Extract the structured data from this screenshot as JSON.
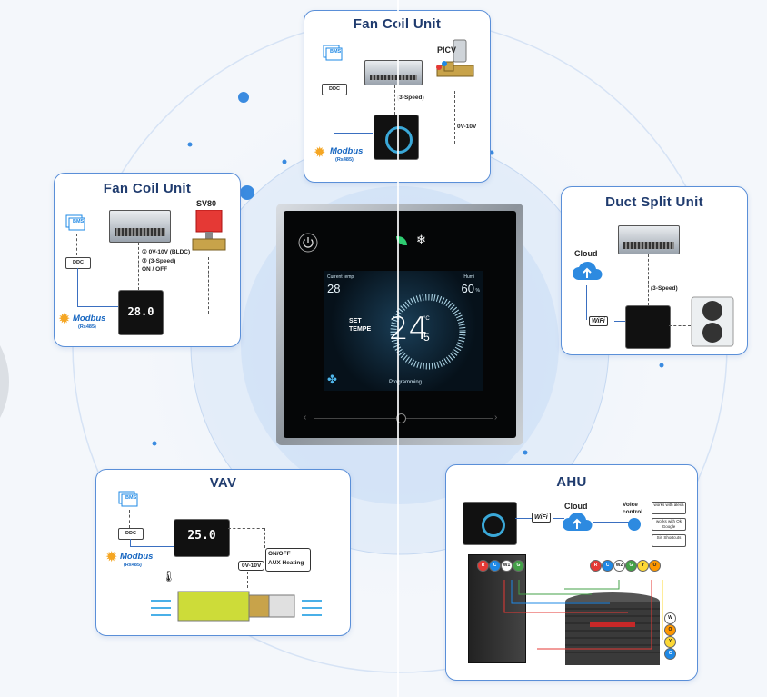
{
  "panels": {
    "fcu_top": {
      "title": "Fan Coil Unit",
      "picv": "PICV",
      "speed": "(3-Speed)",
      "volt": "0V-10V",
      "ddc": "DDC",
      "bms": "BMS",
      "modbus": "Modbus",
      "modbus_sub": "(Rs485)"
    },
    "fcu_left": {
      "title": "Fan Coil Unit",
      "valve": "SV80",
      "opt1": "① 0V-10V (BLDC)",
      "opt2": "② (3-Speed)",
      "onoff": "ON / OFF",
      "ddc": "DDC",
      "bms": "BMS",
      "modbus": "Modbus",
      "modbus_sub": "(Rs485)",
      "display": "28.0"
    },
    "duct": {
      "title": "Duct Split Unit",
      "cloud": "Cloud",
      "speed": "(3-Speed)",
      "wifi": "WiFi"
    },
    "vav": {
      "title": "VAV",
      "bms": "BMS",
      "ddc": "DDC",
      "modbus": "Modbus",
      "modbus_sub": "(Rs485)",
      "volt": "0V-10V",
      "aux1": "ON/OFF",
      "aux2": "AUX Heating",
      "display": "25.0"
    },
    "ahu": {
      "title": "AHU",
      "cloud": "Cloud",
      "wifi": "WiFi",
      "voice1": "Voice",
      "voice2": "control",
      "assist1": "works with alexa",
      "assist2": "works with Ok Google",
      "assist3": "Siri Shortcuts",
      "terminals_left": [
        "R",
        "C",
        "W1",
        "G"
      ],
      "terminals_right": [
        "R",
        "C",
        "W2",
        "G",
        "Y",
        "O"
      ],
      "terminals_vert": [
        "W",
        "O",
        "Y",
        "C"
      ]
    }
  },
  "main": {
    "current_label": "Current temp",
    "current_value": "28",
    "humi_label": "Humi",
    "humi_value": "60",
    "humi_unit": "%",
    "set1": "SET",
    "set2": "TEMPE",
    "set_value": "24",
    "set_decimal": "5",
    "set_unit": "°C",
    "mode": "Programming"
  },
  "colors": {
    "accent": "#1f3b6e",
    "panel_border": "#5a8fd8",
    "modbus": "#1565c0",
    "wire_red": "#e53935",
    "wire_green": "#43a047",
    "wire_yellow": "#fdd835",
    "wire_blue": "#1e88e5"
  }
}
